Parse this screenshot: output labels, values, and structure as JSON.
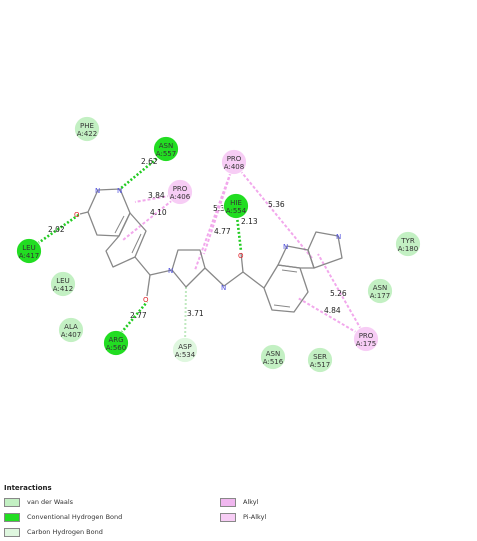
{
  "colors": {
    "van_der_waals": "#c3f0c3",
    "conventional_hbond": "#22dd22",
    "carbon_hbond": "#dff7df",
    "alkyl": "#f0b7ef",
    "pi_alkyl": "#f7cdf5",
    "hbond_line": "#22cc22",
    "hydrophobic_line": "#f2a8ec",
    "carbon_line": "#bfe8bf",
    "bond": "#888888",
    "oxygen": "#e0242c",
    "nitrogen": "#4d4ddd"
  },
  "residues": [
    {
      "id": "phe422",
      "line1": "PHE",
      "line2": "A:422",
      "kind": "van_der_waals"
    },
    {
      "id": "asn557",
      "line1": "ASN",
      "line2": "A:557",
      "kind": "conventional_hbond"
    },
    {
      "id": "pro406",
      "line1": "PRO",
      "line2": "A:406",
      "kind": "pi_alkyl"
    },
    {
      "id": "pro408",
      "line1": "PRO",
      "line2": "A:408",
      "kind": "pi_alkyl"
    },
    {
      "id": "hie554",
      "line1": "HIE",
      "line2": "A:554",
      "kind": "conventional_hbond"
    },
    {
      "id": "leu417",
      "line1": "LEU",
      "line2": "A:417",
      "kind": "conventional_hbond"
    },
    {
      "id": "leu412",
      "line1": "LEU",
      "line2": "A:412",
      "kind": "van_der_waals"
    },
    {
      "id": "tyr180",
      "line1": "TYR",
      "line2": "A:180",
      "kind": "van_der_waals"
    },
    {
      "id": "asn177",
      "line1": "ASN",
      "line2": "A:177",
      "kind": "van_der_waals"
    },
    {
      "id": "ala407",
      "line1": "ALA",
      "line2": "A:407",
      "kind": "van_der_waals"
    },
    {
      "id": "arg560",
      "line1": "ARG",
      "line2": "A:560",
      "kind": "conventional_hbond"
    },
    {
      "id": "asp534",
      "line1": "ASP",
      "line2": "A:534",
      "kind": "carbon_hbond"
    },
    {
      "id": "asn516",
      "line1": "ASN",
      "line2": "A:516",
      "kind": "van_der_waals"
    },
    {
      "id": "ser517",
      "line1": "SER",
      "line2": "A:517",
      "kind": "van_der_waals"
    },
    {
      "id": "pro175",
      "line1": "PRO",
      "line2": "A:175",
      "kind": "pi_alkyl"
    }
  ],
  "distances": [
    {
      "id": "d-asn557",
      "value": "2.62"
    },
    {
      "id": "d-pro406-a",
      "value": "3.84"
    },
    {
      "id": "d-pro406-b",
      "value": "4.10"
    },
    {
      "id": "d-leu417",
      "value": "2.02"
    },
    {
      "id": "d-pro408-a",
      "value": "5.30"
    },
    {
      "id": "d-pro408-b",
      "value": "4.77"
    },
    {
      "id": "d-pro408-c",
      "value": "5.36"
    },
    {
      "id": "d-hie554",
      "value": "2.13"
    },
    {
      "id": "d-arg560",
      "value": "2.77"
    },
    {
      "id": "d-asp534",
      "value": "3.71"
    },
    {
      "id": "d-pro175-a",
      "value": "5.26"
    },
    {
      "id": "d-pro175-b",
      "value": "4.84"
    }
  ],
  "atoms": {
    "oxygen": "O",
    "nitrogen": "N"
  },
  "legend": {
    "title": "Interactions",
    "items": [
      {
        "key": "van_der_waals",
        "label": "van der Waals"
      },
      {
        "key": "conventional_hbond",
        "label": "Conventional Hydrogen Bond"
      },
      {
        "key": "carbon_hbond",
        "label": "Carbon Hydrogen Bond"
      },
      {
        "key": "alkyl",
        "label": "Alkyl"
      },
      {
        "key": "pi_alkyl",
        "label": "Pi-Alkyl"
      }
    ]
  }
}
